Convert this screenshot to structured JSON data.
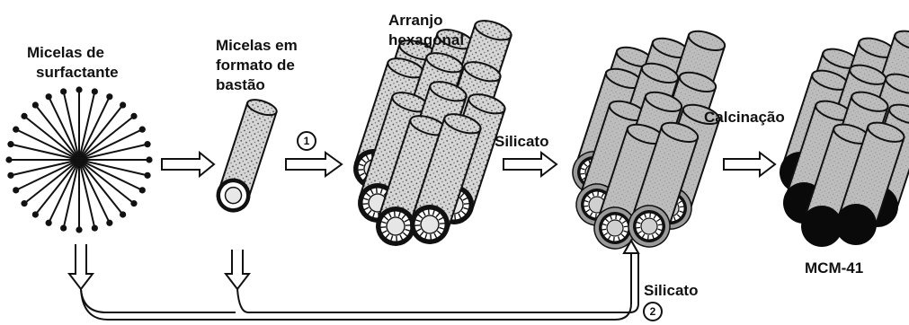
{
  "labels": {
    "micelles": [
      "Micelas de",
      "surfactante"
    ],
    "rods": [
      "Micelas em",
      "formato de",
      "bastão"
    ],
    "hexagonal": [
      "Arranjo",
      "hexagonal"
    ],
    "silicate_top": "Silicato",
    "calcination": "Calcinação",
    "silicate_bottom": "Silicato",
    "product": "MCM-41"
  },
  "route_markers": [
    "1",
    "2"
  ],
  "colors": {
    "ink": "#111111",
    "rod_fill": "#d4d4d4",
    "silica_fill": "#bdbdbd",
    "calcined_core": "#0a0a0a",
    "background": "#ffffff"
  }
}
